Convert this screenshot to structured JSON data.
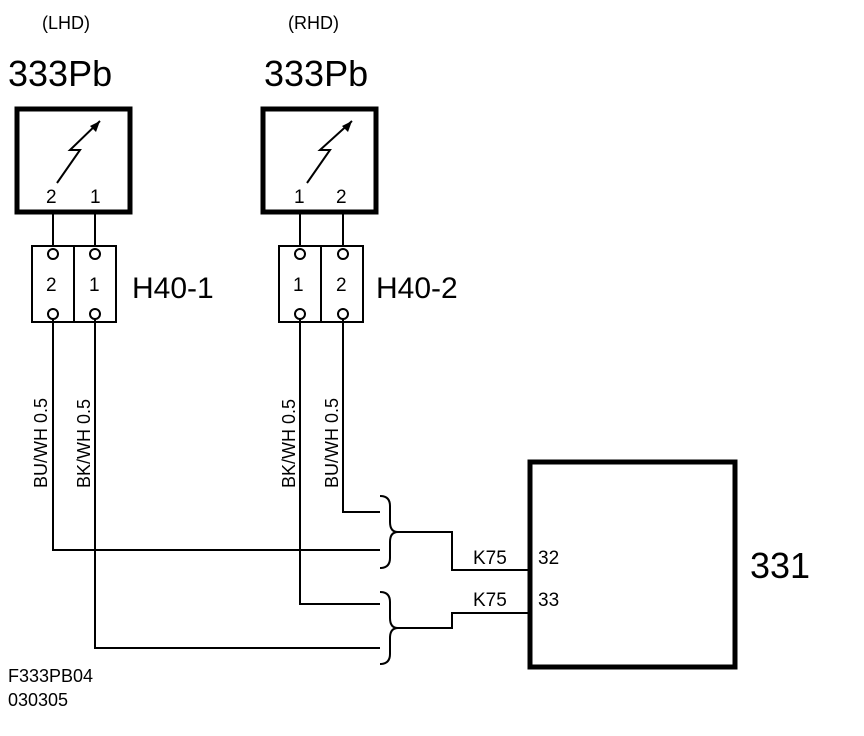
{
  "lhd": {
    "variant": "(LHD)",
    "component": "333Pb",
    "pin_left": "2",
    "pin_right": "1",
    "connector": {
      "name": "H40-1",
      "pin_left": "2",
      "pin_right": "1"
    },
    "wire_left": "BU/WH 0.5",
    "wire_right": "BK/WH 0.5"
  },
  "rhd": {
    "variant": "(RHD)",
    "component": "333Pb",
    "pin_left": "1",
    "pin_right": "2",
    "connector": {
      "name": "H40-2",
      "pin_left": "1",
      "pin_right": "2"
    },
    "wire_left": "BK/WH 0.5",
    "wire_right": "BU/WH 0.5"
  },
  "module": {
    "name": "331",
    "pin_top": {
      "connector": "K75",
      "pin": "32"
    },
    "pin_bottom": {
      "connector": "K75",
      "pin": "33"
    }
  },
  "footer": {
    "code": "F333PB04",
    "date": "030305"
  }
}
